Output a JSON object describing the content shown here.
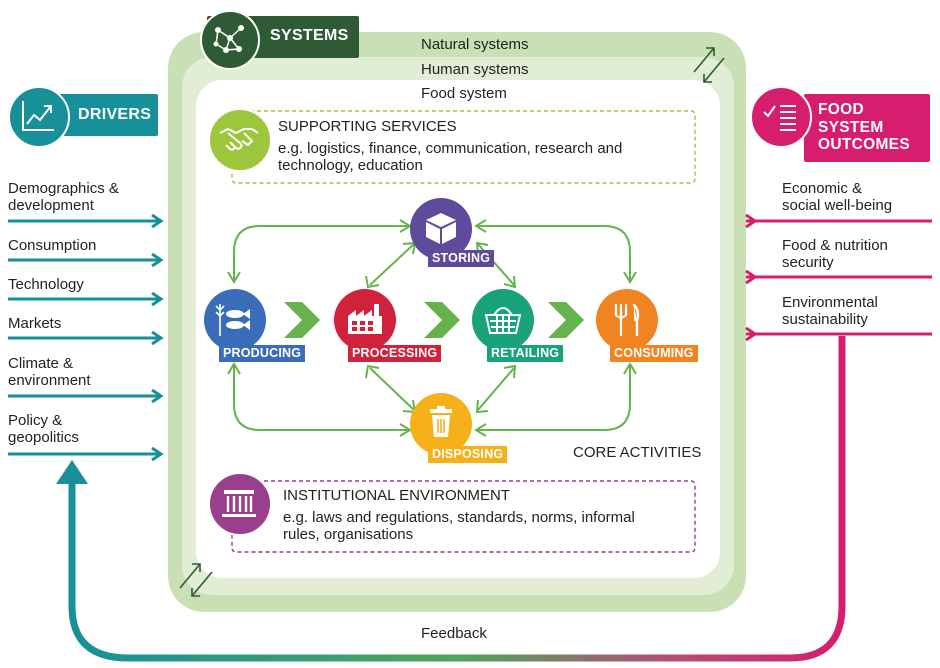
{
  "systems": {
    "badge_label": "SYSTEMS",
    "icon": "network-icon",
    "natural": "Natural systems",
    "human": "Human systems",
    "food": "Food system"
  },
  "drivers": {
    "badge_label": "DRIVERS",
    "icon": "trend-chart-icon",
    "items": [
      {
        "line1": "Demographics &",
        "line2": "development"
      },
      {
        "line1": "Consumption",
        "line2": ""
      },
      {
        "line1": "Technology",
        "line2": ""
      },
      {
        "line1": "Markets",
        "line2": ""
      },
      {
        "line1": "Climate &",
        "line2": "environment"
      },
      {
        "line1": "Policy &",
        "line2": "geopolitics"
      }
    ]
  },
  "outcomes": {
    "badge_line1": "FOOD",
    "badge_line2": "SYSTEM",
    "badge_line3": "OUTCOMES",
    "icon": "checklist-icon",
    "items": [
      {
        "line1": "Economic &",
        "line2": "social well-being"
      },
      {
        "line1": "Food & nutrition",
        "line2": "security"
      },
      {
        "line1": "Environmental",
        "line2": "sustainability"
      }
    ]
  },
  "supporting": {
    "title": "SUPPORTING SERVICES",
    "line1": "e.g. logistics, finance, communication, research and",
    "line2": "technology, education",
    "icon": "handshake-icon"
  },
  "institutional": {
    "title": "INSTITUTIONAL ENVIRONMENT",
    "line1": "e.g. laws and regulations, standards, norms, informal",
    "line2": "rules, organisations",
    "icon": "institution-building-icon"
  },
  "activities": {
    "core_label": "CORE ACTIVITIES",
    "producing": "PRODUCING",
    "processing": "PROCESSING",
    "retailing": "RETAILING",
    "consuming": "CONSUMING",
    "storing": "STORING",
    "disposing": "DISPOSING"
  },
  "feedback_label": "Feedback",
  "colors": {
    "teal": "#17909a",
    "dark_green": "#2e5b36",
    "light_green": "#c9e0b5",
    "arrow_green": "#66b24c",
    "magenta": "#d61d6e",
    "producing_blue": "#3a6cb7",
    "processing_red": "#d0223b",
    "retailing_green": "#19a37a",
    "consuming_orange": "#f08422",
    "storing_purple": "#5e4b9b",
    "disposing_yellow": "#f6b01a",
    "support_lime": "#9cc63b",
    "institution_purple": "#9a3f8d"
  }
}
